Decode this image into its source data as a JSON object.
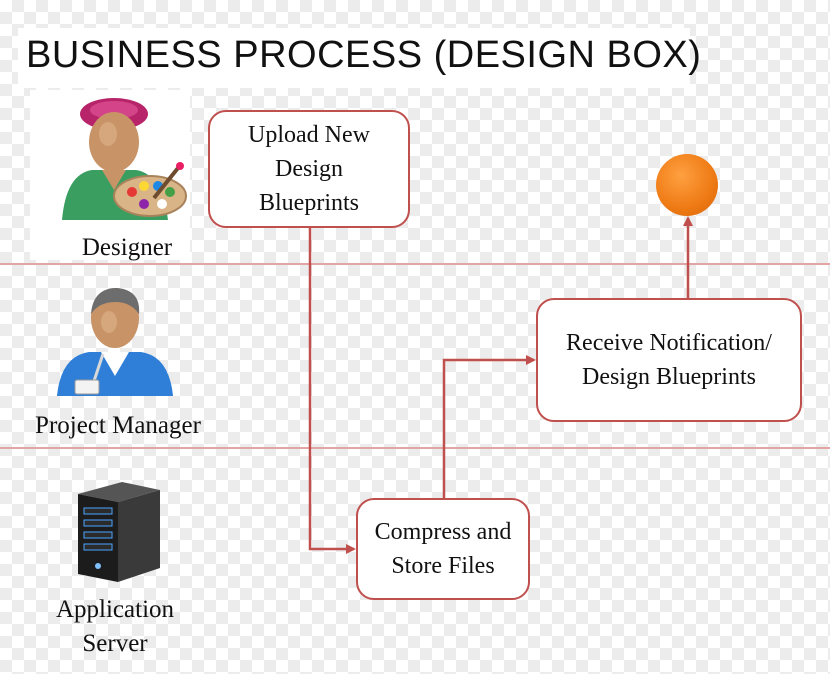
{
  "title": "BUSINESS PROCESS (DESIGN BOX)",
  "lanes": [
    {
      "actor": "Designer",
      "icon": "designer-artist-icon"
    },
    {
      "actor": "Project Manager",
      "icon": "project-manager-icon"
    },
    {
      "actor": "Application\nServer",
      "icon": "server-tower-icon"
    }
  ],
  "steps": {
    "upload": "Upload New\nDesign\nBlueprints",
    "compress": "Compress and\nStore Files",
    "notify": "Receive Notification/\nDesign Blueprints"
  },
  "colors": {
    "box_border": "#c0504d",
    "connector": "#c0504d",
    "lane_divider": "#e2a4a4",
    "end_node": "#f08521"
  }
}
